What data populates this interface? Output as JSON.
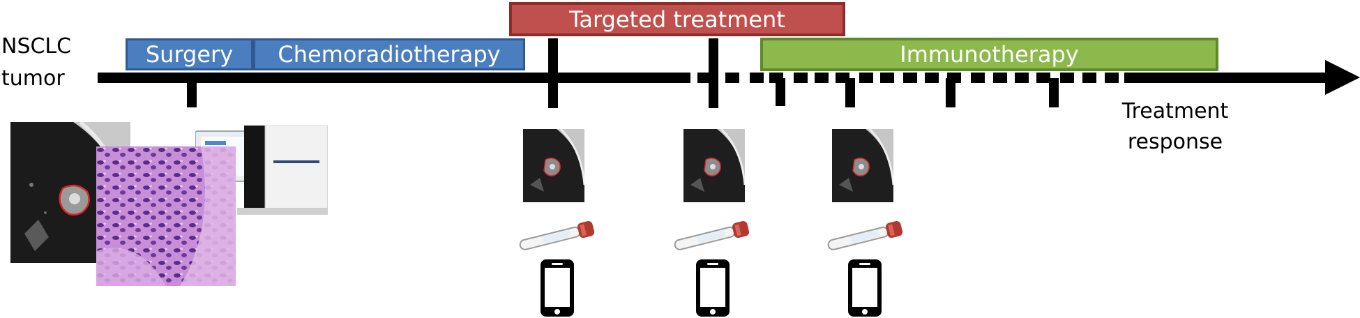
{
  "tumor_label": {
    "line1": "NSCLC",
    "line2": "tumor"
  },
  "response_label": {
    "line1": "Treatment",
    "line2": "response"
  },
  "phases": {
    "surgery": {
      "label": "Surgery",
      "color": "#4a7ebf"
    },
    "chemoradiotherapy": {
      "label": "Chemoradiotherapy",
      "color": "#4a7ebf"
    },
    "targeted_treatment": {
      "label": "Targeted treatment",
      "color": "#c0504d"
    },
    "immunotherapy": {
      "label": "Immunotherapy",
      "color": "#8db84b"
    }
  },
  "icons": {
    "ct_scan": "ct-scan-icon",
    "histology": "histology-slide-icon",
    "sequencer": "sequencer-machine-icon",
    "blood_tube": "blood-sample-tube-icon",
    "smartphone": "smartphone-icon"
  }
}
